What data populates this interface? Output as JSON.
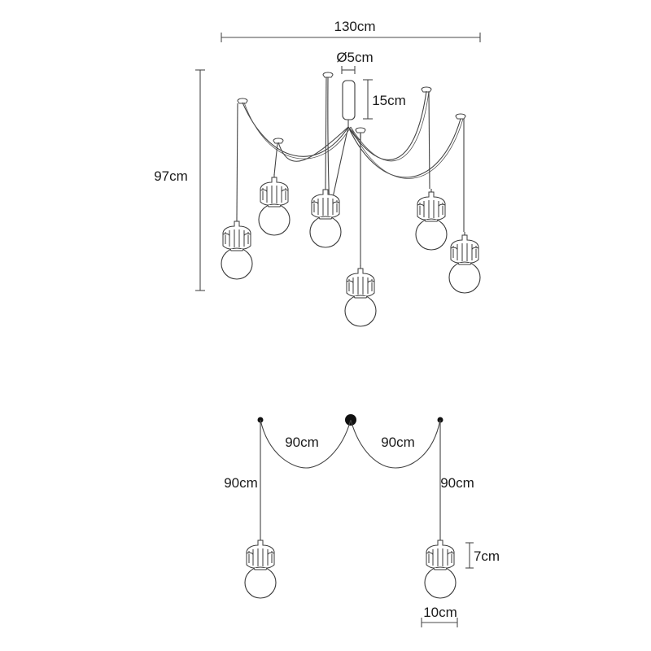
{
  "dimensions": {
    "width": "130cm",
    "canopy_diameter": "Ø5cm",
    "canopy_height": "15cm",
    "total_height": "97cm",
    "arc_left": "90cm",
    "arc_right": "90cm",
    "drop_left": "90cm",
    "drop_right": "90cm",
    "shade_height": "7cm",
    "bulb_width": "10cm"
  }
}
